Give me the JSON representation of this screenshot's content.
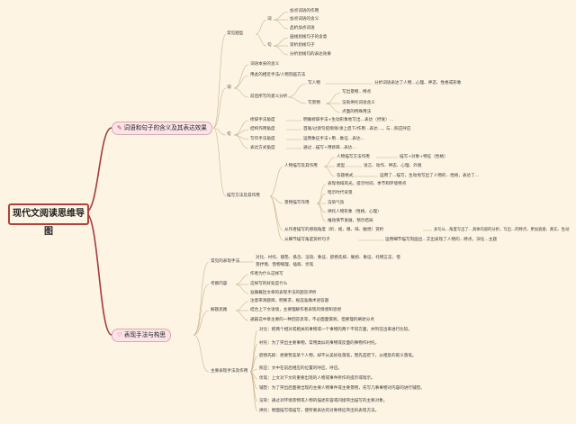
{
  "title": "现代文阅读思维导图",
  "branch1": {
    "label": "词语和句子的含义及其表达效果",
    "icon": "tools-icon",
    "sub": {
      "common": "常见题型",
      "ci": "词",
      "ju": "句",
      "ci_items": [
        "加点词语的作用",
        "加点词语的含义",
        "品析加点词语"
      ],
      "ju_items": [
        "画线划线句子的含意",
        "赏析划线句子",
        "分析划线句的表达效果"
      ],
      "ci2": "词",
      "ci2_items": [
        "词语本身的含义",
        "用此的相近手法/人物刻画方法"
      ],
      "a1": "前后所写的意义分析",
      "a1a": "写人物",
      "a1a_t": "分析词语表达了人物…心理、神态、性格或形象",
      "a1b": "写景物",
      "a1b_items": [
        "写出景物…特点",
        "渲染烘托词语含义",
        "点面的特殊用法"
      ],
      "ju2": "句",
      "ju2_items": [
        [
          "修辞手法角度",
          "明确修辞手法+生动形象地写出…表达（抒发）…"
        ],
        [
          "结构作用角度",
          "首尾/过渡句提纲领/承上启下/作用…表达…，与…照应呼应"
        ],
        [
          "写作手法角度",
          "运用象征手法+用…象征…表达…"
        ],
        [
          "表达方式角度",
          "通过…描写+用修辞…表达…"
        ]
      ],
      "desc": "描写方法及其作用",
      "d1": "人物描写及其作用",
      "d1_items": [
        [
          "人物描写方法作用",
          "描写+对象+特征（性格）"
        ],
        [
          "类型",
          "语言、动作、神态、心理、外貌"
        ],
        [
          "答题格式",
          "运用了…描写，生动地写出了人物的…性格，表达了…"
        ]
      ],
      "d2": "景物描写作用",
      "d2_items": [
        "表现地域风光，提示时间、季节和环境特点",
        "暗示时代背景",
        "渲染气氛",
        "烘托人物形象（性格、心理）",
        "推动情节发展，预示结局"
      ],
      "d3": "从作者描写的感观角度（听、视、嗅、味、触觉）赏析",
      "d3_t": "多句从…角度写出了…具体内容的分析，写出…的特点，更加直接、真实、生动",
      "d4": "从细节描写角度赏析句子",
      "d4_t": "运用细节描写刻画出…实出表现了人物的…特点，深化…主题"
    }
  },
  "branch2": {
    "label": "表现手法与构思",
    "icon": "heart-icon",
    "sub": {
      "s1": "常见的表现手法",
      "s1_t": [
        "对比、衬托、铺垫、悬念、渲染、象征、欲扬先抑、联想、象征、托物言志、借",
        "景抒情、借物喻理、插叙、伏笔"
      ],
      "s2": "考察内容",
      "s2_items": [
        "作者为什么这样写",
        "这样写的好处是什么",
        "准确概括文章的表现手法的题答评析"
      ],
      "s3": "解题思路",
      "s3_items": [
        "注意审清题目，明要求，规选准确术语答题",
        "结合上下文语境，主要理解作者表现的情感和思想",
        "通篇这中章主要的一种回答思等，不必面面俱到，但要理的阐述分点"
      ],
      "s4": "主要表现手法及作用",
      "s4_items": [
        "对比：把两个相对或相关的事物或一个事物的两个不同方面，并列在出来进行比较。",
        "衬托：为了突出主要事物，常用类似的事物或反面的事物作衬托。",
        "欲扬先抑：想要赞美某个人物，却不从美好处落笔，而先是贬下，从相反的取义落笔。",
        "照应：文中在前后相应的位置的呼应，呼应。",
        "伏笔：上文对下文的重要出现的人物或事件所作的提示或暗示。",
        "铺垫：为了突出后面要出现的主要人物事件或主要景物，先写几事事物对内容的进行铺垫。",
        "渲染：通过对环境景物或人物的描述形容或间接突出描写的主要对象。",
        "烘托：侧面描写或描写，使所要表达的对象特征突出的表现方法。"
      ]
    }
  },
  "colors": {
    "branch1": "#a33c3a",
    "branch2": "#a33c3a",
    "node": "#7fa9c9"
  }
}
